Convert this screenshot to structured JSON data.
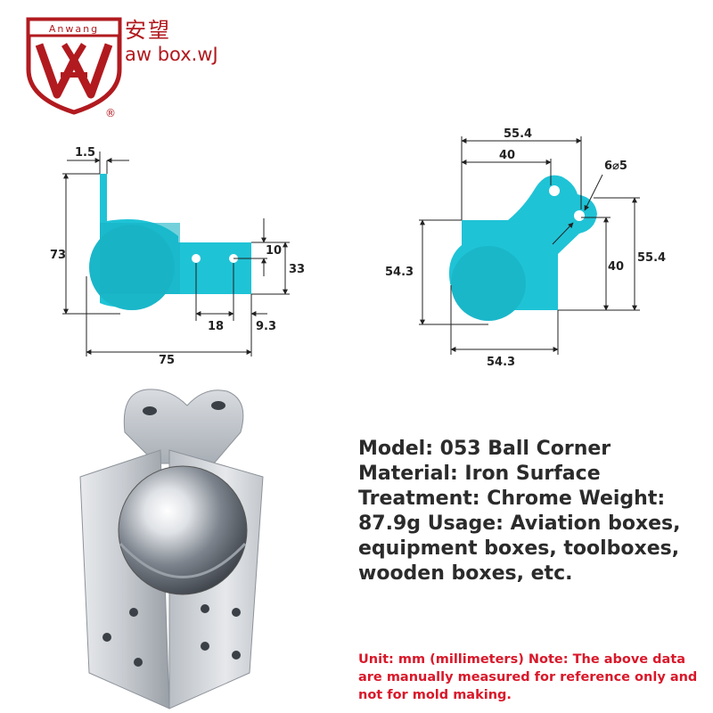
{
  "logo": {
    "lettering": "Anwang",
    "mark": "AW",
    "registered": "®"
  },
  "brand": {
    "cn_name": "安望",
    "en_name": "aw box.wJ"
  },
  "dimensions": {
    "side_view": {
      "thickness": "1.5",
      "height": "73",
      "hole_offset": "10",
      "tab_height": "33",
      "hole_spacing": "18",
      "edge_offset": "9.3",
      "total_width": "75"
    },
    "front_view": {
      "top_width": "55.4",
      "hole_width": "40",
      "hole_spec": "6⌀5",
      "left_height": "54.3",
      "hole_height": "40",
      "right_height": "55.4",
      "bottom_width": "54.3"
    }
  },
  "specs": {
    "text": "Model: 053 Ball Corner Material: Iron Surface Treatment: Chrome Weight: 87.9g Usage: Aviation boxes, equipment boxes, toolboxes, wooden boxes, etc."
  },
  "note": {
    "text": "Unit: mm (millimeters) Note: The above data are manually measured for reference only and not for mold making."
  },
  "colors": {
    "brand_red": "#b11a1f",
    "part_cyan": "#1fc3d6",
    "note_red": "#d9182a",
    "text_dark": "#2b2b2b"
  }
}
